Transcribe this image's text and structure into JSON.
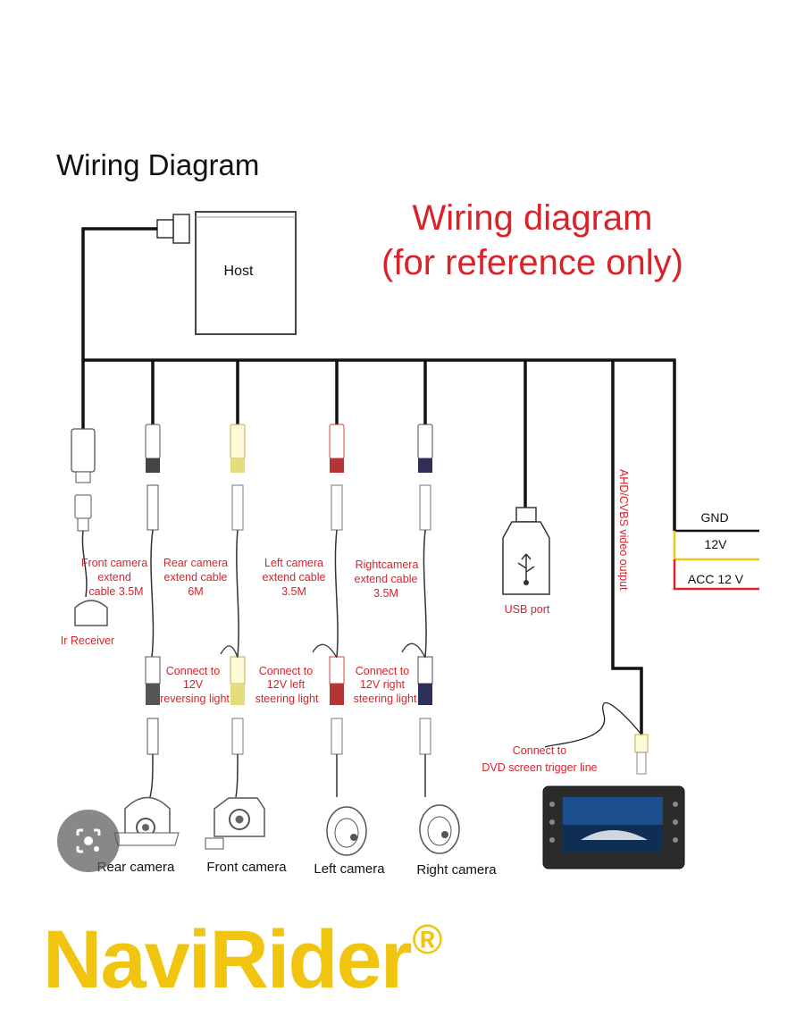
{
  "header_title": "Wiring Diagram",
  "notice": {
    "line1": "Wiring diagram",
    "line2": "(for reference only)"
  },
  "host_label": "Host",
  "branches": [
    {
      "name": "ir",
      "extend": [
        "Front camera",
        "extend",
        "cable 3.5M"
      ],
      "device": "Ir Receiver"
    },
    {
      "name": "rear",
      "extend": [
        "Rear camera",
        "extend cable",
        "6M"
      ],
      "connect": [
        "Connect to",
        "12V",
        "reversing light"
      ],
      "camera": "Rear camera"
    },
    {
      "name": "front",
      "camera": "Front camera"
    },
    {
      "name": "left",
      "extend": [
        "Left camera",
        "extend cable",
        "3.5M"
      ],
      "connect": [
        "Connect to",
        "12V left",
        "steering light"
      ],
      "camera": "Left camera"
    },
    {
      "name": "right",
      "extend": [
        "Rightcamera",
        "extend cable",
        "3.5M"
      ],
      "connect": [
        "Connect to",
        "12V right",
        "steering light"
      ],
      "camera": "Right camera"
    }
  ],
  "usb_label": "USB port",
  "video_output_label": "AHD/CVBS video output",
  "power": {
    "gnd": "GND",
    "v12": "12V",
    "acc": "ACC 12 V"
  },
  "trigger": [
    "Connect  to",
    "DVD screen trigger line"
  ],
  "brand": {
    "name": "NaviRider",
    "mark": "®"
  },
  "colors": {
    "red_text": "#d8232a",
    "brand_yellow": "#f1c40f",
    "acc_line": "#d8232a",
    "v12_line": "#f1c40f",
    "wire": "#111111"
  }
}
